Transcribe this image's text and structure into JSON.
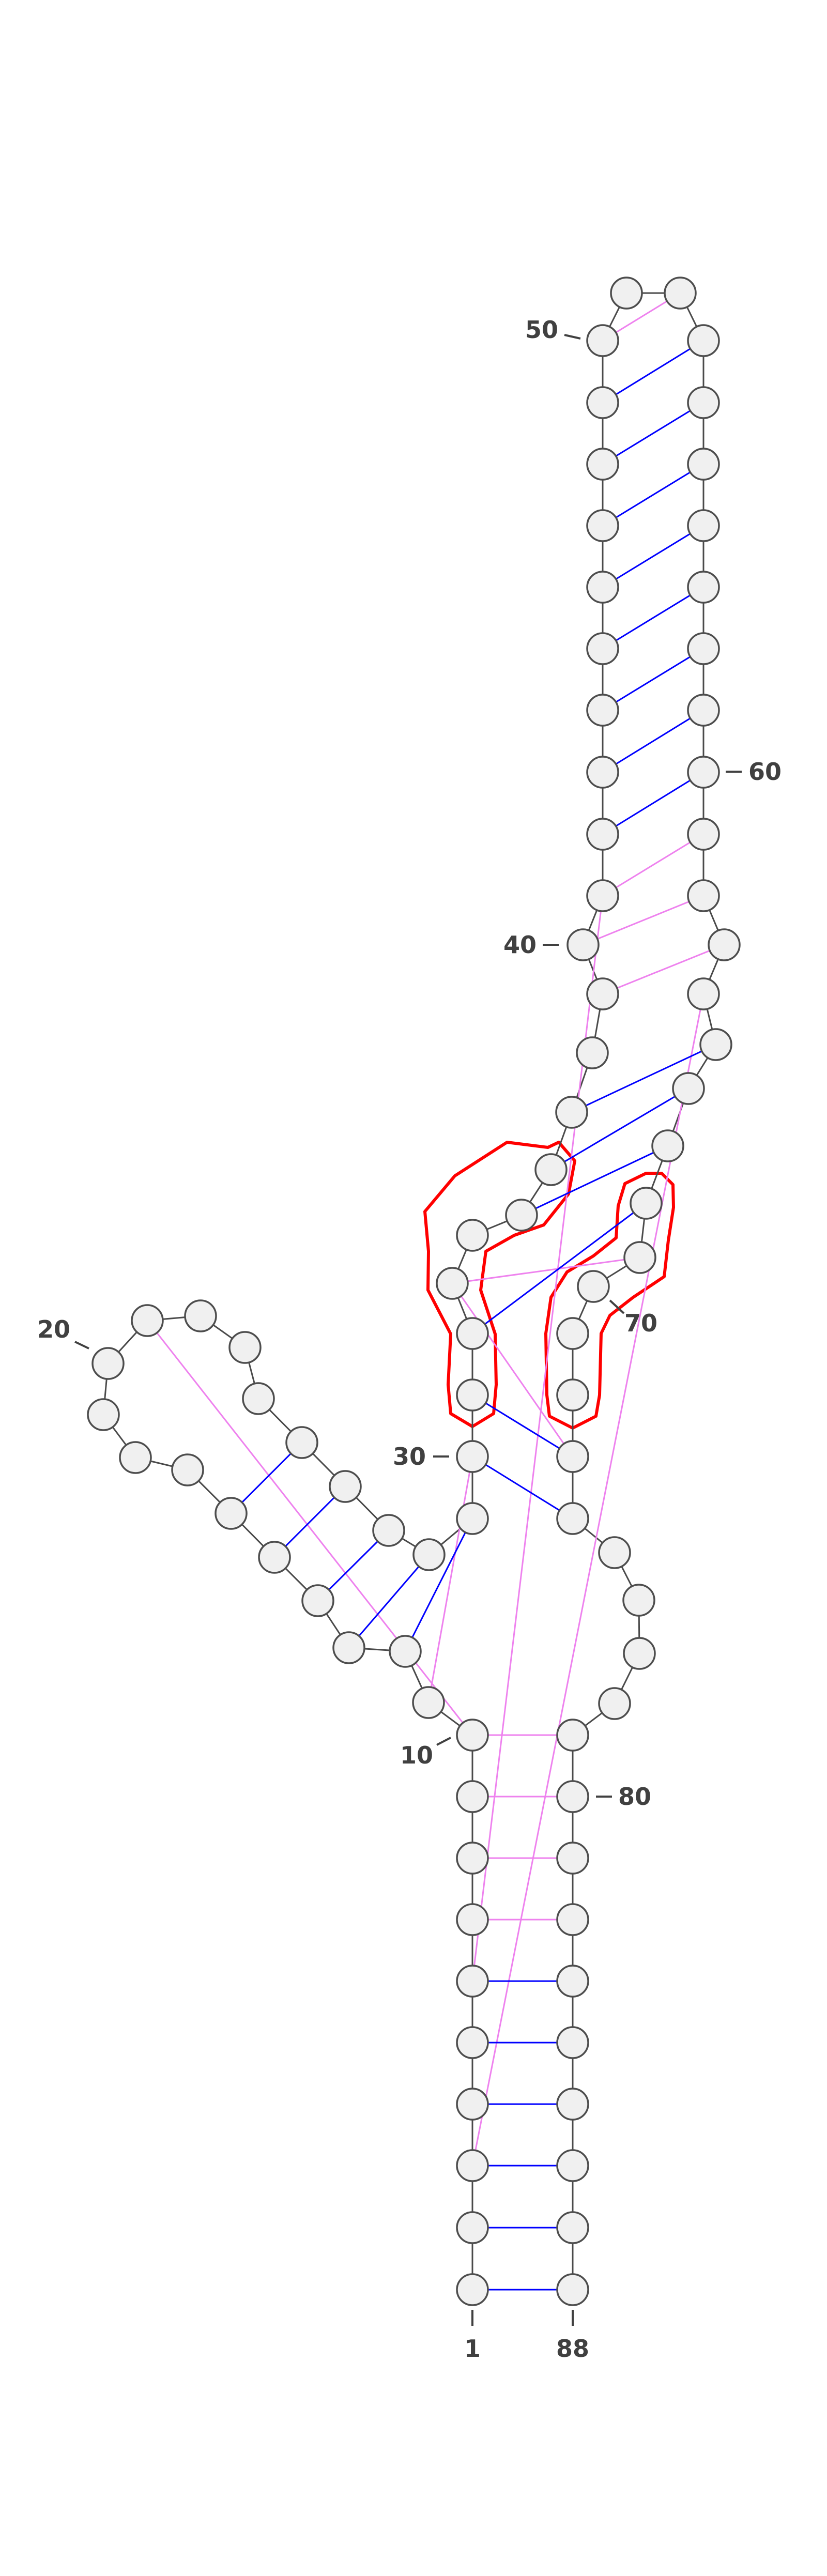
{
  "colors": {
    "canonical_pair": "#0000ff",
    "noncanonical_pair": "#ee82ee",
    "highlight": "#ff0000",
    "nucleotide_fill": "#f0f0f0",
    "nucleotide_stroke": "#4d4d4d",
    "backbone": "#4a4a4a",
    "label": "#404040"
  },
  "sequence_length": 88,
  "position_labels": [
    "1",
    "10",
    "20",
    "30",
    "40",
    "50",
    "60",
    "70",
    "80",
    "88"
  ],
  "pairs": {
    "canonical": [
      [
        1,
        88
      ],
      [
        2,
        87
      ],
      [
        3,
        86
      ],
      [
        4,
        85
      ],
      [
        5,
        84
      ],
      [
        6,
        83
      ],
      [
        12,
        29
      ],
      [
        13,
        28
      ],
      [
        14,
        27
      ],
      [
        15,
        26
      ],
      [
        16,
        25
      ],
      [
        30,
        74
      ],
      [
        31,
        73
      ],
      [
        32,
        68
      ],
      [
        35,
        67
      ],
      [
        36,
        66
      ],
      [
        37,
        65
      ],
      [
        42,
        60
      ],
      [
        43,
        59
      ],
      [
        44,
        58
      ],
      [
        45,
        57
      ],
      [
        46,
        56
      ],
      [
        47,
        55
      ],
      [
        48,
        54
      ],
      [
        49,
        53
      ]
    ],
    "noncanonical": [
      [
        7,
        82
      ],
      [
        8,
        81
      ],
      [
        9,
        80
      ],
      [
        10,
        79
      ],
      [
        11,
        30
      ],
      [
        33,
        69
      ],
      [
        33,
        73
      ],
      [
        39,
        63
      ],
      [
        40,
        62
      ],
      [
        41,
        61
      ],
      [
        50,
        52
      ],
      [
        3,
        64
      ],
      [
        6,
        41
      ],
      [
        21,
        10
      ]
    ]
  },
  "highlighted_regions": [
    "region-left",
    "region-right"
  ]
}
